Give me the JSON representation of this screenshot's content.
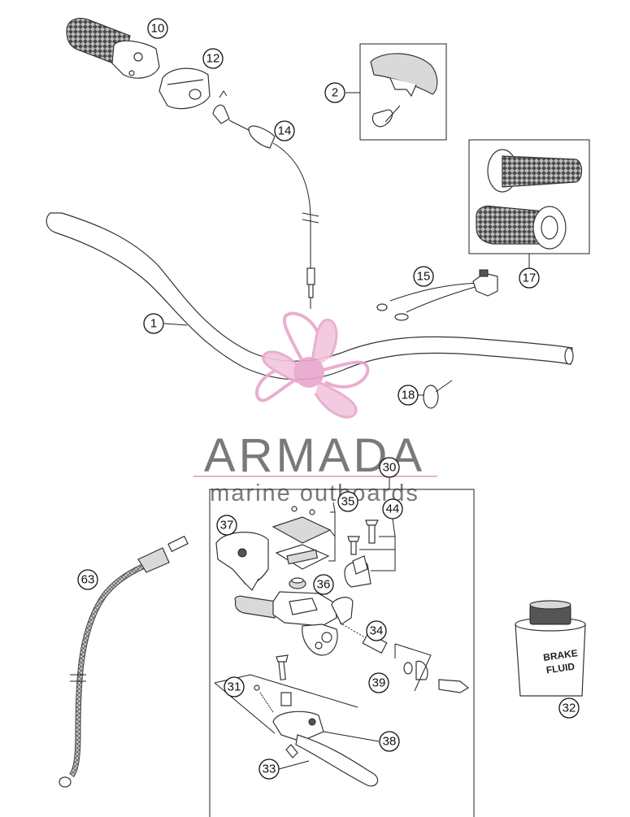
{
  "callouts": [
    {
      "id": "c1",
      "label": "1"
    },
    {
      "id": "c2",
      "label": "2"
    },
    {
      "id": "c10",
      "label": "10"
    },
    {
      "id": "c12",
      "label": "12"
    },
    {
      "id": "c14",
      "label": "14"
    },
    {
      "id": "c15",
      "label": "15"
    },
    {
      "id": "c17",
      "label": "17"
    },
    {
      "id": "c18",
      "label": "18"
    },
    {
      "id": "c30",
      "label": "30"
    },
    {
      "id": "c31",
      "label": "31"
    },
    {
      "id": "c32",
      "label": "32"
    },
    {
      "id": "c33",
      "label": "33"
    },
    {
      "id": "c34",
      "label": "34"
    },
    {
      "id": "c35",
      "label": "35"
    },
    {
      "id": "c36",
      "label": "36"
    },
    {
      "id": "c37",
      "label": "37"
    },
    {
      "id": "c38",
      "label": "38"
    },
    {
      "id": "c39",
      "label": "39"
    },
    {
      "id": "c44",
      "label": "44"
    },
    {
      "id": "c63",
      "label": "63"
    }
  ],
  "watermark": {
    "brand": "ARMADA",
    "tagline": "marine outboards",
    "colors": {
      "logo": "#e8a6cc",
      "text": "#6b6b6b",
      "rule": "#e8a6cc"
    }
  },
  "fluid_can": {
    "line1": "BRAKE",
    "line2": "FLUID"
  }
}
